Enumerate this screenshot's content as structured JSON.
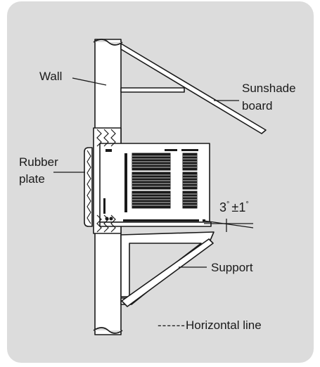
{
  "labels": {
    "wall": "Wall",
    "sunshade_line1": "Sunshade",
    "sunshade_line2": "board",
    "rubber_line1": "Rubber",
    "rubber_line2": "plate",
    "angle_base": "3",
    "angle_deg1": "°",
    "angle_pm": "±",
    "angle_tol": "1",
    "angle_deg2": "°",
    "support": "Support",
    "legend_dashes": "------",
    "horizontal_line": "Horizontal line"
  },
  "colors": {
    "panel_bg": "#dcdcdc",
    "line": "#1a1a1a",
    "fill": "#ffffff"
  },
  "tilt": {
    "angle_deg": 3,
    "tolerance_deg": 1
  }
}
